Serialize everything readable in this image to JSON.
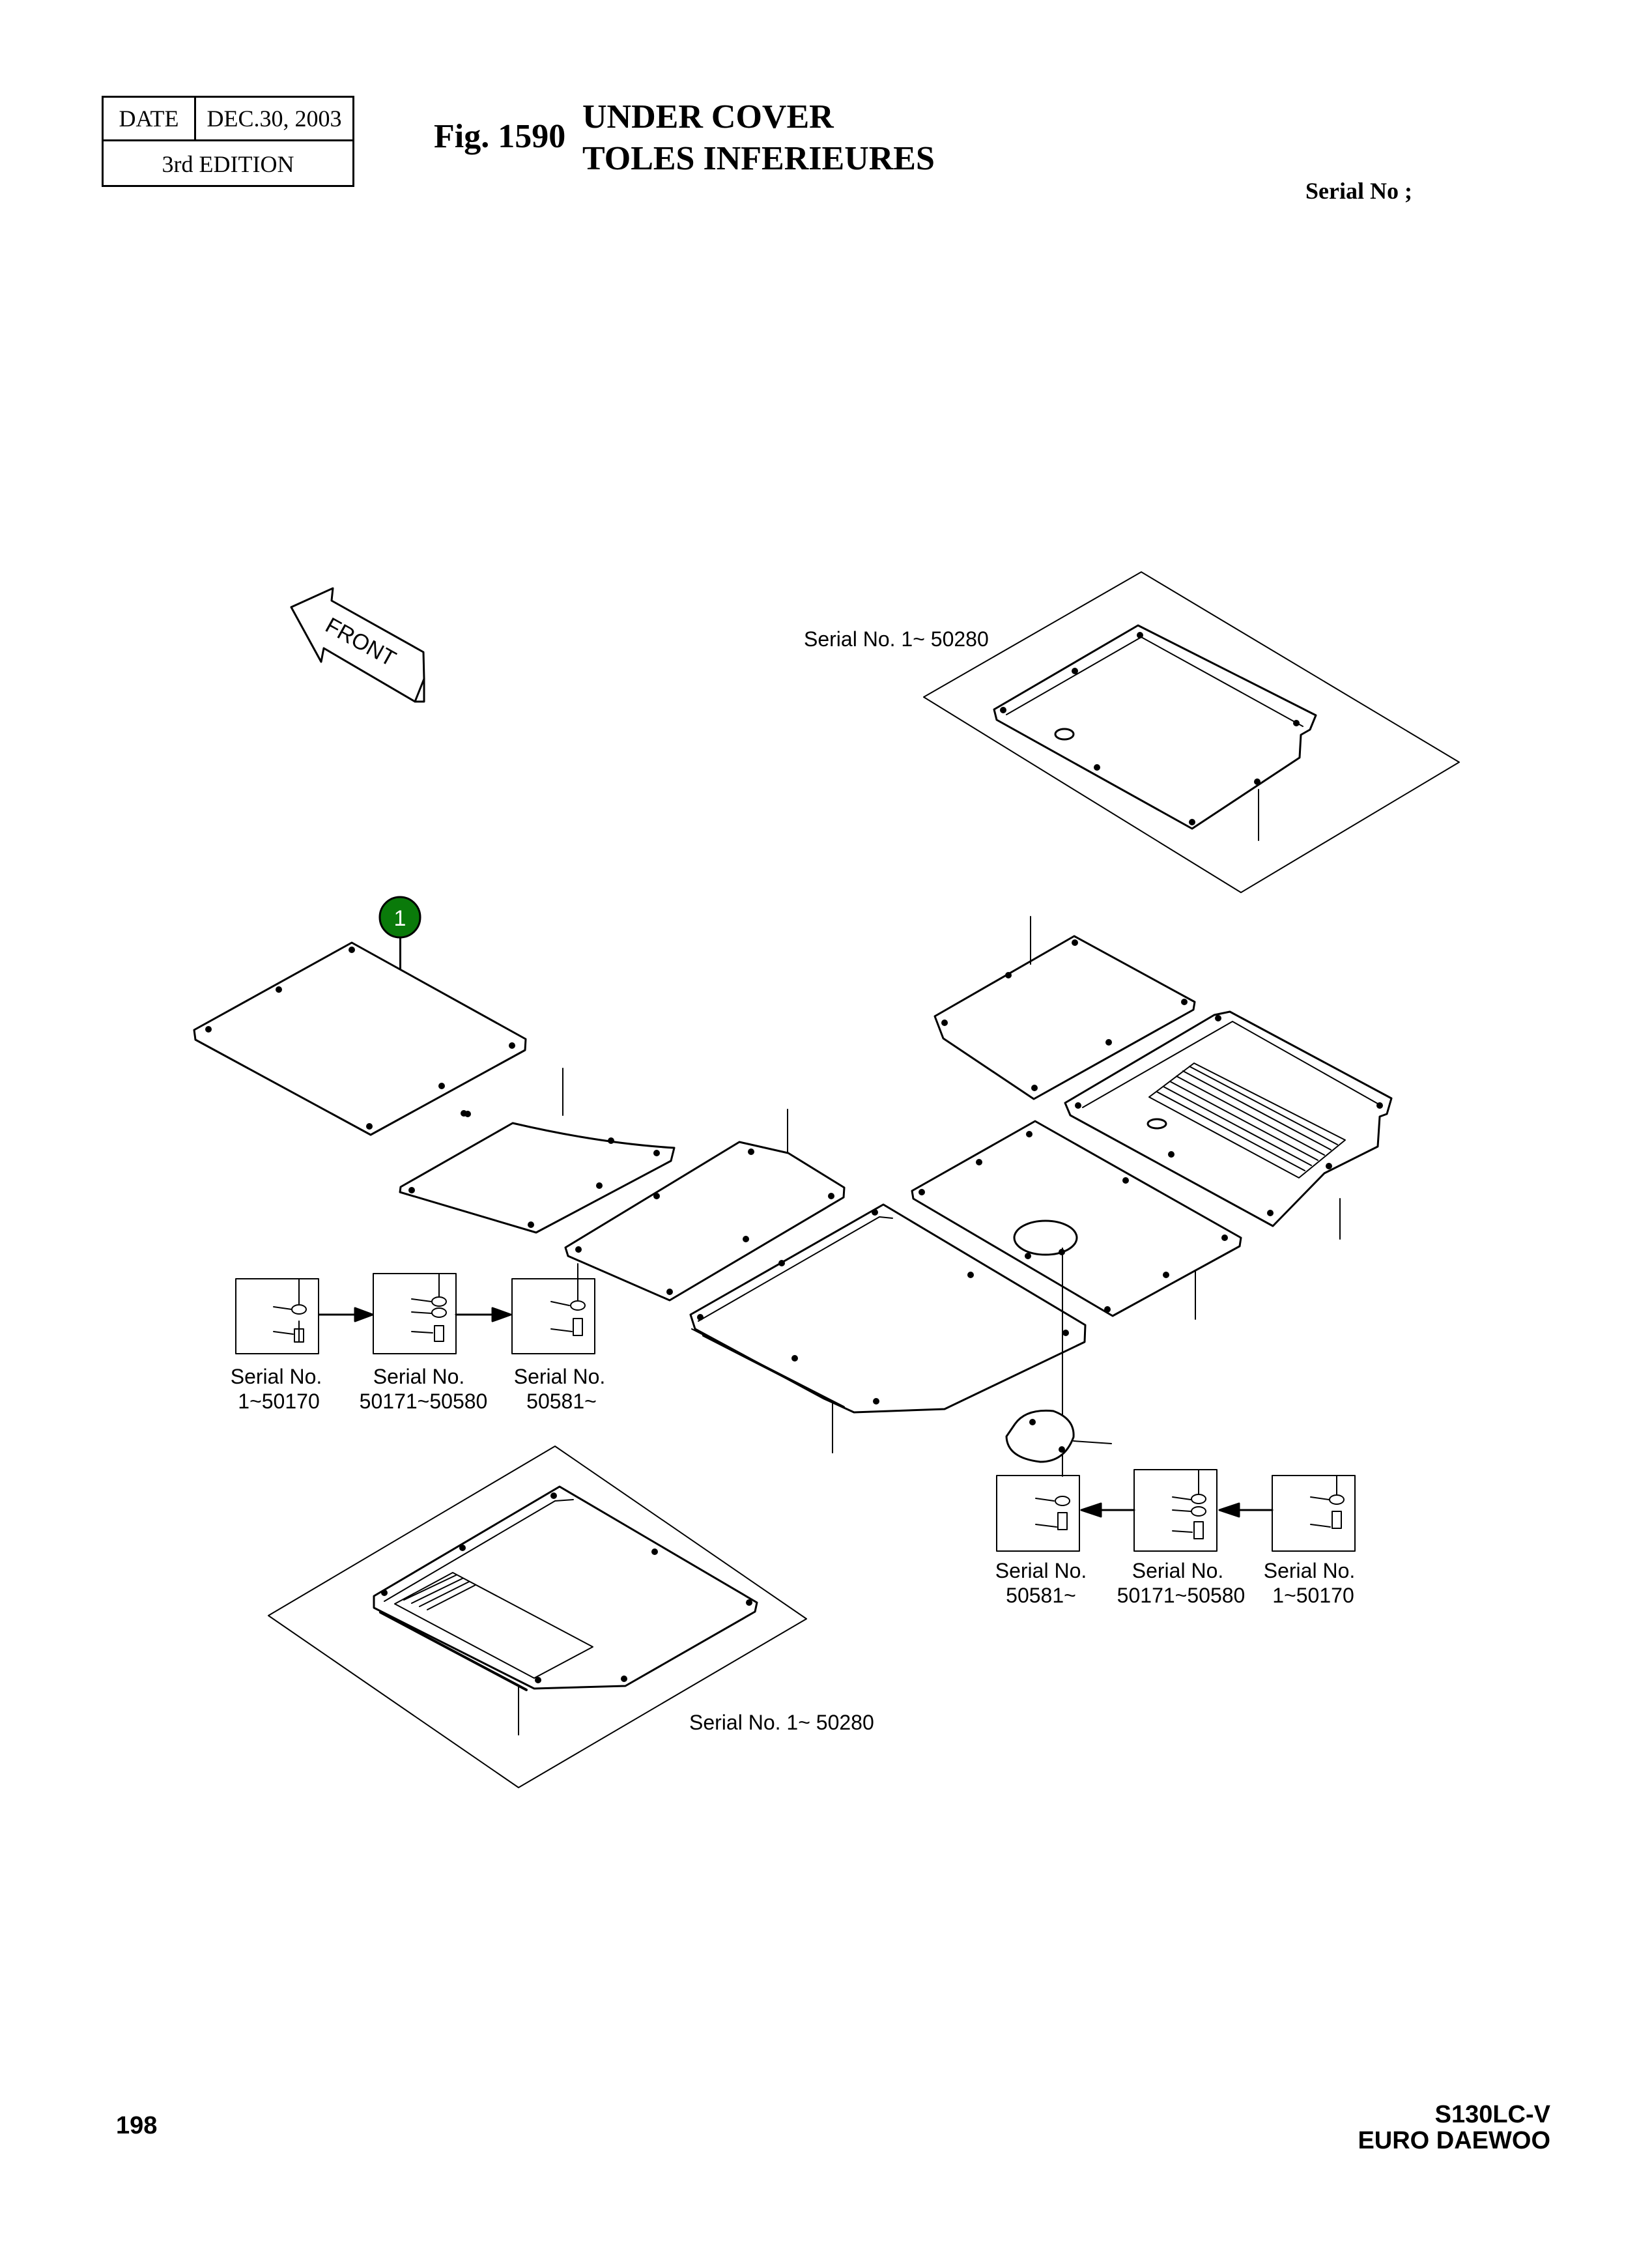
{
  "header": {
    "date_label": "DATE",
    "date_value": "DEC.30, 2003",
    "edition": "3rd  EDITION",
    "fig_number": "Fig. 1590",
    "title_en": "UNDER COVER",
    "title_fr": "TOLES INFERIEURES",
    "serial_heading": "Serial No ;"
  },
  "diagram": {
    "front_label": "FRONT",
    "callout_number": "1",
    "callout_color": "#0a7a0a",
    "inset_top_label": "Serial No. 1~ 50280",
    "inset_bottom_label": "Serial No. 1~ 50280",
    "left_bolt_group": [
      {
        "line1": "Serial No.",
        "line2": "1~50170"
      },
      {
        "line1": "Serial No.",
        "line2": "50171~50580"
      },
      {
        "line1": "Serial No.",
        "line2": "50581~"
      }
    ],
    "right_bolt_group": [
      {
        "line1": "Serial No.",
        "line2": "50581~"
      },
      {
        "line1": "Serial No.",
        "line2": "50171~50580"
      },
      {
        "line1": "Serial No.",
        "line2": "1~50170"
      }
    ]
  },
  "footer": {
    "page_number": "198",
    "model": "S130LC-V",
    "brand": "EURO DAEWOO"
  }
}
